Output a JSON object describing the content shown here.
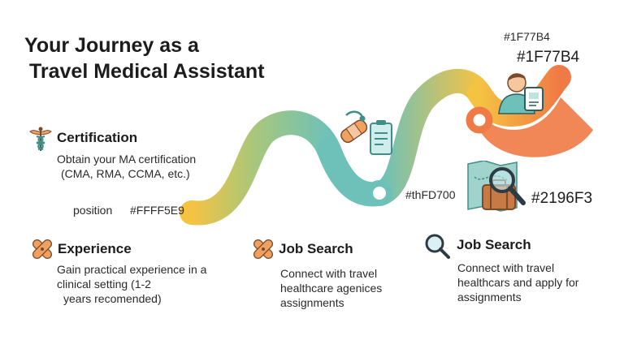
{
  "title": {
    "line1": "Your Journey as a",
    "line2": "Travel Medical Assistant"
  },
  "steps": [
    {
      "icon": "caduceus-icon",
      "heading": "Certification",
      "lines": [
        "Obtain your MA certification",
        "(CMA, RMA, CCMA, etc.)"
      ]
    },
    {
      "icon": "bandage-icon",
      "heading": "Experience",
      "lines": [
        "Gain practical experience in a",
        "clinical setting (1-2",
        "years recomended)"
      ]
    },
    {
      "icon": "bandage-icon",
      "heading": "Job Search",
      "lines": [
        "Connect with travel",
        "healthcare agenices",
        "assignments"
      ]
    },
    {
      "icon": "magnifier-icon",
      "heading": "Job Search",
      "lines": [
        "Connect with travel",
        "healthcars and apply for",
        "assignments"
      ]
    }
  ],
  "stray_labels": {
    "position_word": "position",
    "position_code": "#FFFF5E9",
    "top_small": "#1F77B4",
    "top_large": "#1F77B4",
    "mid_code": "#thFD700",
    "map_code": "#2196F3"
  },
  "colors": {
    "path_yellow": "#F5C342",
    "path_teal": "#6EC1B9",
    "path_orange": "#F07A45",
    "icon_teal": "#3E8E8A",
    "icon_orange": "#F0A060",
    "icon_brown": "#7A4A2A"
  }
}
